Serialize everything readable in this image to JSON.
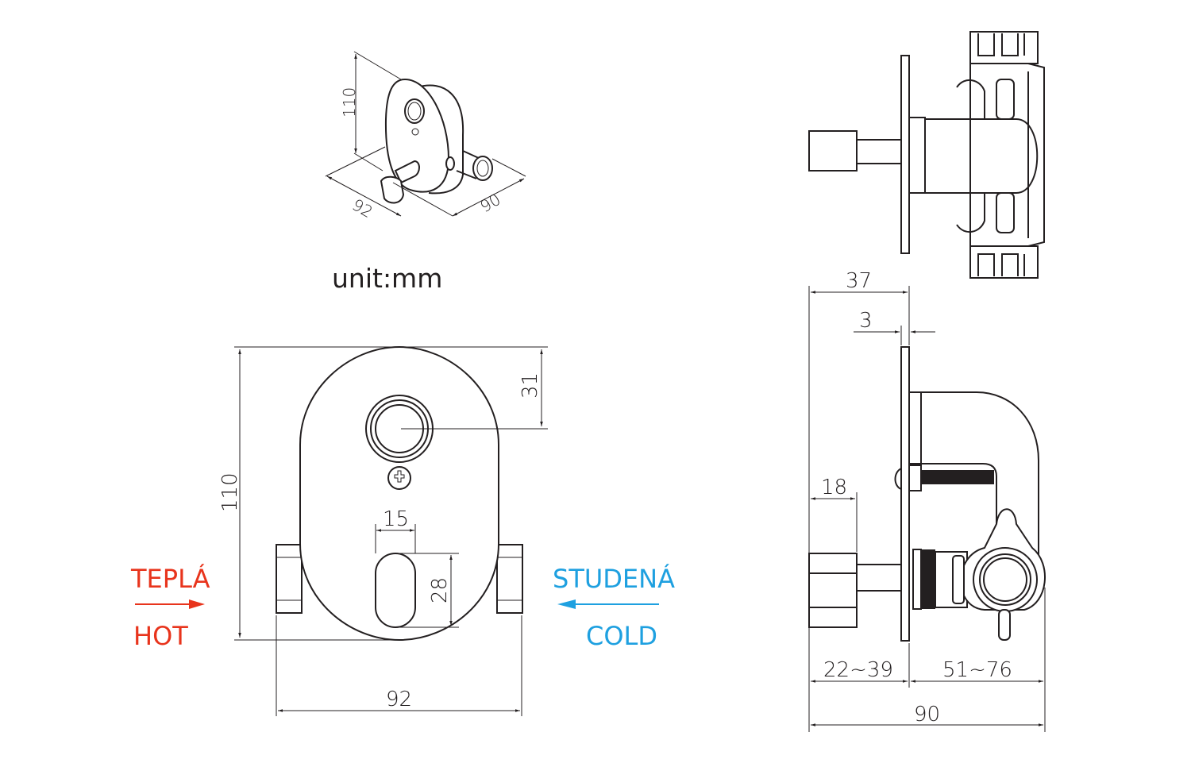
{
  "unit_label": "unit:mm",
  "iso_view": {
    "dim_height": "110",
    "dim_width": "92",
    "dim_depth": "90"
  },
  "front_view": {
    "dim_height": "110",
    "dim_width": "92",
    "dim_button_offset": "31",
    "dim_lever_width": "15",
    "dim_lever_height": "28"
  },
  "side_view": {
    "dim_37": "37",
    "dim_3": "3",
    "dim_18": "18",
    "dim_range_front": "22~39",
    "dim_range_back": "51~76",
    "dim_total": "90"
  },
  "inlets": {
    "hot_label_cz": "TEPLÁ",
    "hot_label_en": "HOT",
    "hot_color": "#e8341c",
    "cold_label_cz": "STUDENÁ",
    "cold_label_en": "COLD",
    "cold_color": "#1ea0e0"
  }
}
